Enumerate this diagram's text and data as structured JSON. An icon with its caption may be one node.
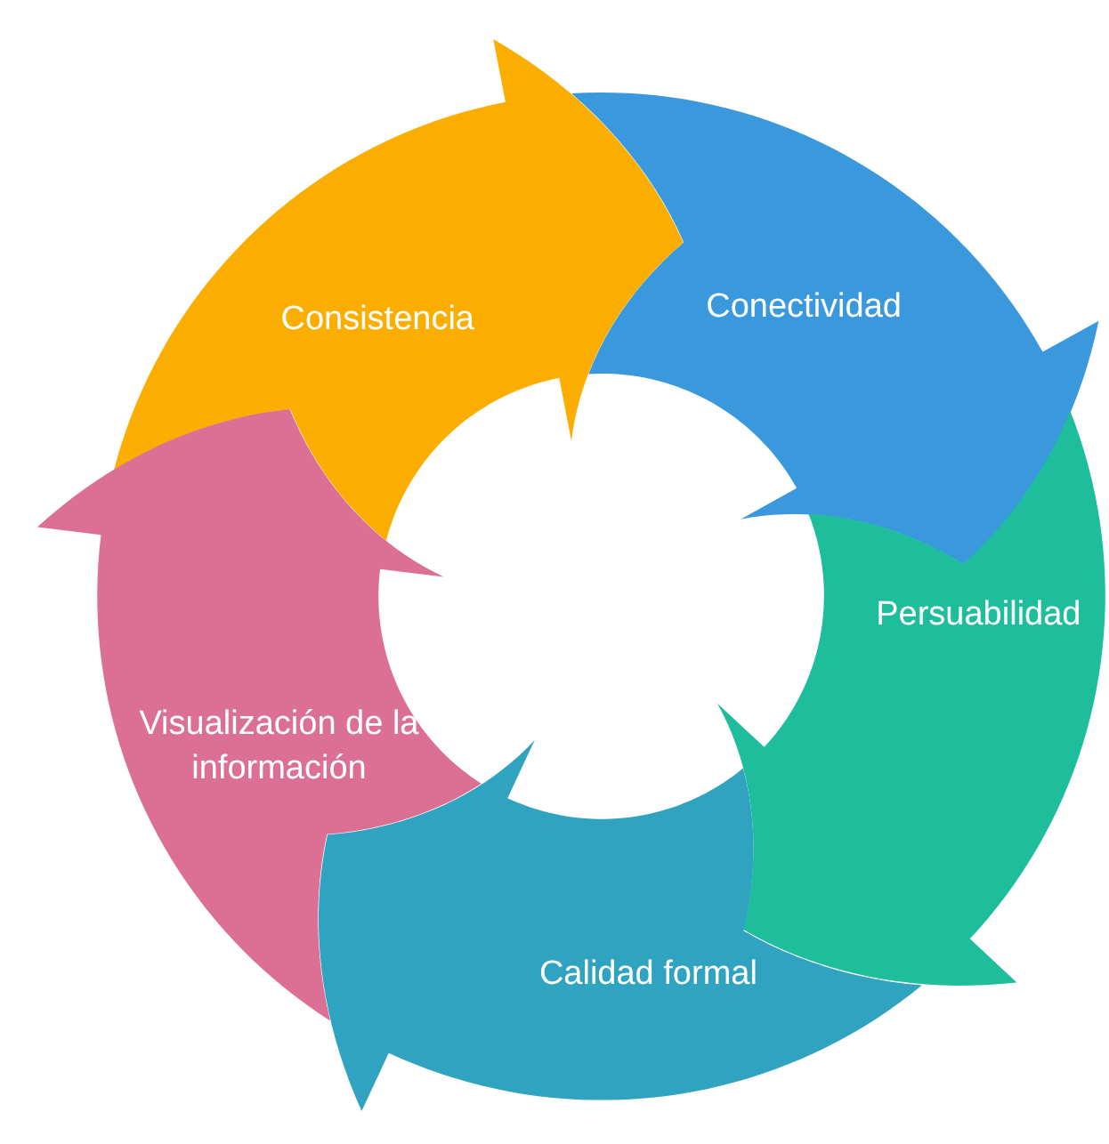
{
  "diagram": {
    "nodes": [
      {
        "text": [
          "Consistencia"
        ]
      },
      {
        "text": [
          "Conectividad"
        ]
      },
      {
        "text": [
          "Persuabilidad"
        ]
      },
      {
        "text": [
          "Calidad formal"
        ]
      },
      {
        "text": [
          "Visualización de la información"
        ]
      }
    ]
  }
}
